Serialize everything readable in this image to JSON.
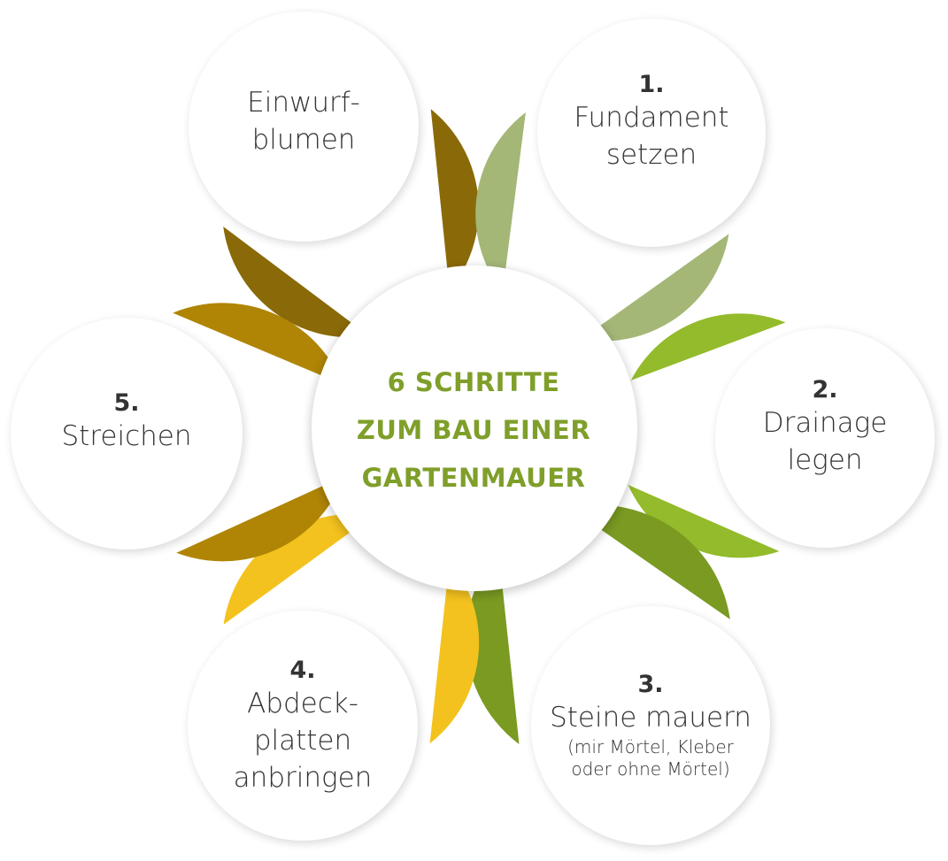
{
  "center": {
    "lines": [
      "6 SCHRITTE",
      "ZUM BAU EINER",
      "GARTENMAUER"
    ],
    "color": "#7f9f2a"
  },
  "petals": [
    {
      "id": "einwurf",
      "number": "",
      "lines": [
        "Einwurf-",
        "blumen"
      ],
      "note": [],
      "color": "#8a6a08"
    },
    {
      "id": "step1",
      "number": "1.",
      "lines": [
        "Fundament",
        "setzen"
      ],
      "note": [],
      "color": "#a4b777"
    },
    {
      "id": "step2",
      "number": "2.",
      "lines": [
        "Drainage",
        "legen"
      ],
      "note": [],
      "color": "#93bb2b"
    },
    {
      "id": "step3",
      "number": "3.",
      "lines": [
        "Steine mauern"
      ],
      "note": [
        "(mir Mörtel, Kleber",
        "oder ohne Mörtel)"
      ],
      "color": "#7a9a22"
    },
    {
      "id": "step4",
      "number": "4.",
      "lines": [
        "Abdeck-",
        "platten",
        "anbringen"
      ],
      "note": [],
      "color": "#f3c21e"
    },
    {
      "id": "step5",
      "number": "5.",
      "lines": [
        "Streichen"
      ],
      "note": [],
      "color": "#b08505"
    }
  ]
}
